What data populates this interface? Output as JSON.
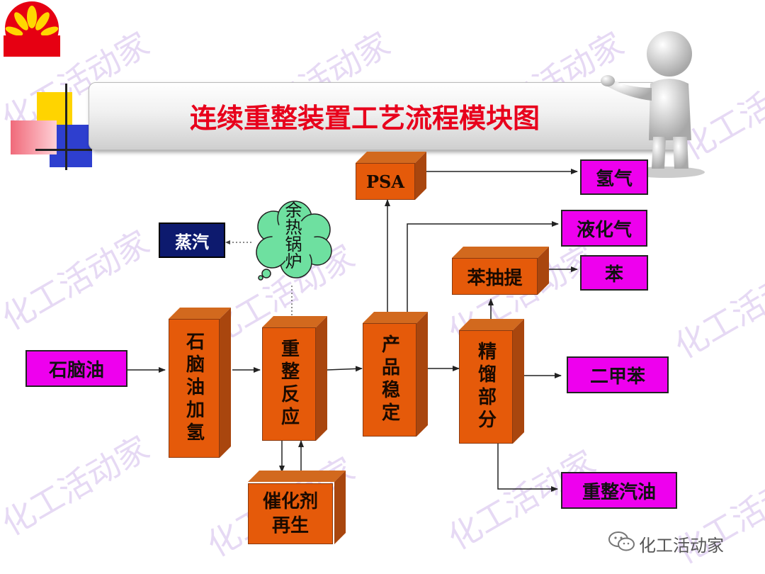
{
  "title": "连续重整装置工艺流程模块图",
  "watermark": "化工活动家",
  "footer": {
    "brand": "化工活动家"
  },
  "nodes": {
    "naphtha": "石脑油",
    "hydro": "石脑油加氢",
    "reform": "重整反应",
    "regen": "催化剂再生",
    "boiler": "余热锅炉",
    "steam": "蒸汽",
    "psa": "PSA",
    "hydrogen": "氢气",
    "stabilize": "产品稳定",
    "lpg": "液化气",
    "benzene_ext": "苯抽提",
    "benzene": "苯",
    "distill": "精馏部分",
    "xylene": "二甲苯",
    "gasoline": "重整汽油"
  },
  "colors": {
    "title": "#e8001c",
    "box": "#e55a0a",
    "product": "#ee00ee",
    "steam": "#0d1a6e"
  }
}
